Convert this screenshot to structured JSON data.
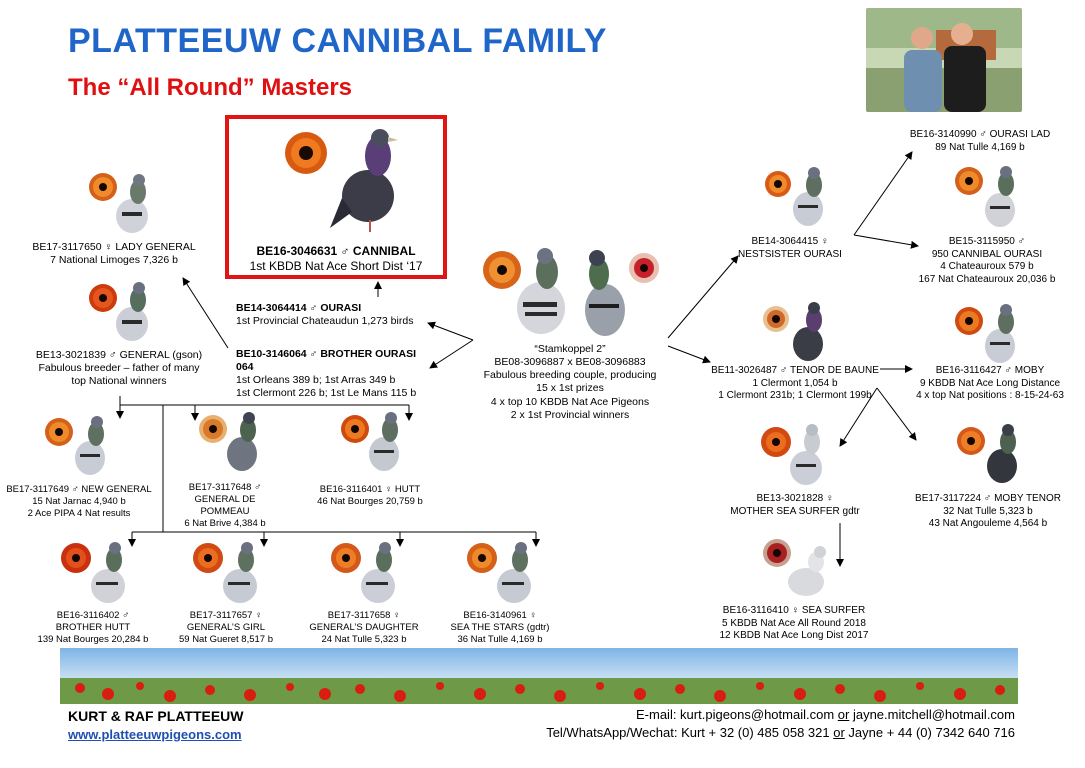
{
  "header": {
    "title": "PLATTEEUW CANNIBAL FAMILY",
    "subtitle": "The “All Round” Masters"
  },
  "featured": {
    "ring": "BE16-3046631 ♂ CANNIBAL",
    "desc": "1st KBDB Nat Ace Short Dist ‘17"
  },
  "left_col": {
    "lady_general": {
      "ring": "BE17-3117650 ♀ LADY GENERAL",
      "desc": "7 National Limoges 7,326 b"
    },
    "general": {
      "ring": "BE13-3021839 ♂ GENERAL (gson)",
      "desc1": "Fabulous breeder – father of many",
      "desc2": "top National winners"
    }
  },
  "parents": {
    "ourasi": {
      "ring": "BE14-3064414 ♂ OURASI",
      "desc": "1st Provincial Chateaudun 1,273 birds"
    },
    "brother_ourasi": {
      "ring": "BE10-3146064 ♂ BROTHER OURASI 064",
      "desc1": "1st Orleans 389 b; 1st Arras 349 b",
      "desc2": "1st Clermont 226 b; 1st Le Mans 115 b"
    }
  },
  "stamkoppel": {
    "name": "“Stamkoppel 2”",
    "rings": "BE08-3096887 x BE08-3096883",
    "l1": "Fabulous breeding couple, producing",
    "l2": "15 x 1st prizes",
    "l3": "4 x top 10 KBDB Nat Ace Pigeons",
    "l4": "2 x 1st Provincial winners"
  },
  "children_row1": [
    {
      "ring": "BE17-3117649 ♂ NEW GENERAL",
      "d1": "15 Nat Jarnac 4,940 b",
      "d2": "2 Ace PIPA 4 Nat results"
    },
    {
      "ring": "BE17-3117648 ♂",
      "d1": "GENERAL DE POMMEAU",
      "d2": "6 Nat Brive 4,384 b"
    },
    {
      "ring": "BE16-3116401 ♀ HUTT",
      "d1": "46 Nat Bourges 20,759 b",
      "d2": ""
    }
  ],
  "children_row2": [
    {
      "ring": "BE16-3116402 ♂",
      "d1": "BROTHER HUTT",
      "d2": "139 Nat Bourges 20,284 b"
    },
    {
      "ring": "BE17-3117657 ♀",
      "d1": "GENERAL’S GIRL",
      "d2": "59 Nat Gueret 8,517 b"
    },
    {
      "ring": "BE17-3117658 ♀",
      "d1": "GENERAL’S DAUGHTER",
      "d2": "24 Nat Tulle 5,323 b"
    },
    {
      "ring": "BE16-3140961 ♀",
      "d1": "SEA THE STARS (gdtr)",
      "d2": "36 Nat Tulle 4,169 b"
    }
  ],
  "right": {
    "nestsister": {
      "ring": "BE14-3064415 ♀",
      "desc": "NESTSISTER OURASI"
    },
    "ourasi_lad": {
      "ring": "BE16-3140990 ♂ OURASI LAD",
      "desc": "89 Nat Tulle 4,169 b"
    },
    "cannibal_ourasi": {
      "ring": "BE15-3115950 ♂",
      "d1": "950 CANNIBAL OURASI",
      "d2": "4 Chateauroux 579 b",
      "d3": "167 Nat Chateauroux 20,036 b"
    },
    "tenor": {
      "ring": "BE11-3026487 ♂ TENOR DE BAUNE",
      "d1": "1 Clermont 1,054 b",
      "d2": "1 Clermont 231b; 1 Clermont 199b"
    },
    "moby": {
      "ring": "BE16-3116427 ♂ MOBY",
      "d1": "9 KBDB Nat Ace Long Distance",
      "d2": "4 x top Nat positions : 8-15-24-63"
    },
    "mother_sea_surfer": {
      "ring": "BE13-3021828 ♀",
      "desc": "MOTHER SEA SURFER gdtr"
    },
    "moby_tenor": {
      "ring": "BE17-3117224 ♂ MOBY TENOR",
      "d1": "32 Nat Tulle 5,323 b",
      "d2": "43 Nat Angouleme 4,564 b"
    },
    "sea_surfer": {
      "ring": "BE16-3116410 ♀ SEA SURFER",
      "d1": "5 KBDB Nat Ace All Round 2018",
      "d2": "12 KBDB Nat Ace Long Dist 2017"
    }
  },
  "footer": {
    "name": "KURT & RAF PLATTEEUW",
    "website": "www.platteeuwpigeons.com",
    "email_pre": "E-mail: kurt.pigeons@hotmail.com ",
    "email_or": "or",
    "email_post": " jayne.mitchell@hotmail.com",
    "tel_pre": "Tel/WhatsApp/Wechat: Kurt + 32 (0) 485 058 321 ",
    "tel_or": "or",
    "tel_post": " Jayne + 44 (0) 7342 640 716"
  },
  "colors": {
    "title": "#1f66c8",
    "subtitle": "#e01010",
    "frame": "#e01414",
    "link": "#1f4fb0"
  }
}
